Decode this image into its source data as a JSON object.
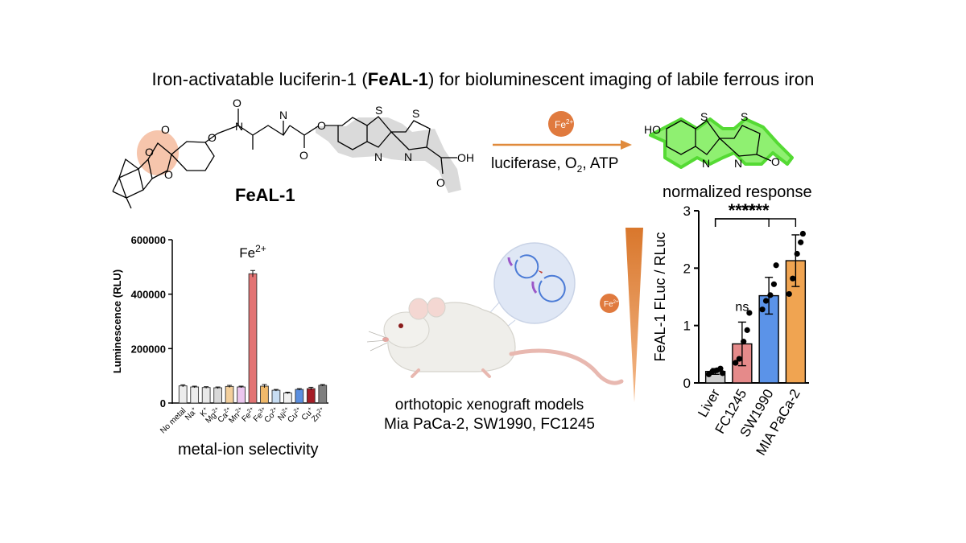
{
  "title": {
    "prefix": "Iron-activatable luciferin-1 (",
    "bold": "FeAL-1",
    "suffix": ") for bioluminescent imaging of labile ferrous iron"
  },
  "scheme": {
    "compound_label": "FeAL-1",
    "reagent": "Fe",
    "reagent_charge": "2+",
    "conditions_prefix": "luciferase, O",
    "conditions_sub": "2",
    "conditions_suffix": ", ATP",
    "atoms": {
      "O": "O",
      "N": "N",
      "S": "S",
      "HO": "HO",
      "OH": "OH"
    }
  },
  "panels": {
    "response_label": "normalized response",
    "selectivity_label": "metal-ion selectivity",
    "models_line1": "orthotopic xenograft models",
    "models_line2": "Mia PaCa-2, SW1990, FC1245",
    "gradient_badge": "Fe",
    "gradient_badge_charge": "2+"
  },
  "chart_data": [
    {
      "type": "bar",
      "title": "",
      "xlabel": "metal-ion selectivity",
      "ylabel": "Luminescence (RLU)",
      "ylim": [
        0,
        600000
      ],
      "yticks": [
        "0",
        "200000",
        "400000",
        "600000"
      ],
      "ytick_values": [
        0,
        200000,
        400000,
        600000
      ],
      "categories": [
        "No metal",
        "Na+",
        "K+",
        "Mg2+",
        "Ca2+",
        "Mn2+",
        "Fe2+",
        "Fe3+",
        "Co2+",
        "Ni2+",
        "Cu2+",
        "Cu+",
        "Zn2+"
      ],
      "category_labels": [
        {
          "base": "No metal",
          "sup": ""
        },
        {
          "base": "Na",
          "sup": "+"
        },
        {
          "base": "K",
          "sup": "+"
        },
        {
          "base": "Mg",
          "sup": "2+"
        },
        {
          "base": "Ca",
          "sup": "2+"
        },
        {
          "base": "Mn",
          "sup": "2+"
        },
        {
          "base": "Fe",
          "sup": "2+"
        },
        {
          "base": "Fe",
          "sup": "3+"
        },
        {
          "base": "Co",
          "sup": "2+"
        },
        {
          "base": "Ni",
          "sup": "2+"
        },
        {
          "base": "Cu",
          "sup": "2+"
        },
        {
          "base": "Cu",
          "sup": "+"
        },
        {
          "base": "Zn",
          "sup": "2+"
        }
      ],
      "values": [
        63000,
        59000,
        57000,
        56000,
        61000,
        59000,
        475000,
        62000,
        47000,
        37000,
        50000,
        53000,
        65000
      ],
      "errors": [
        4000,
        3000,
        3000,
        3000,
        4000,
        3000,
        12000,
        6000,
        3000,
        3000,
        3000,
        5000,
        3000
      ],
      "colors": [
        "#ececec",
        "#ececec",
        "#e8e8e8",
        "#d9d9d9",
        "#f3cf9c",
        "#ebc6ee",
        "#e27373",
        "#f0b96a",
        "#c7ddf3",
        "#f1f1f1",
        "#5b8fe0",
        "#a51d26",
        "#7f7f7f"
      ],
      "annotation": {
        "category": "Fe2+",
        "base": "Fe",
        "sup": "2+"
      }
    },
    {
      "type": "bar",
      "title": "",
      "xlabel": "",
      "ylabel": "FeAL-1 FLuc / RLuc",
      "ylim": [
        0,
        3
      ],
      "yticks": [
        "0",
        "1",
        "2",
        "3"
      ],
      "ytick_values": [
        0,
        1,
        2,
        3
      ],
      "categories": [
        "Liver",
        "FC1245",
        "SW1990",
        "MIA PaCa-2"
      ],
      "values": [
        0.2,
        0.68,
        1.52,
        2.13
      ],
      "errors": [
        0.05,
        0.38,
        0.32,
        0.45
      ],
      "colors": [
        "#cfcfcf",
        "#e58a8a",
        "#5b93e8",
        "#f0a451"
      ],
      "points": [
        [
          0.15,
          0.2,
          0.22,
          0.25,
          0.17
        ],
        [
          0.35,
          0.42,
          0.72,
          0.92,
          1.22
        ],
        [
          1.28,
          1.43,
          1.53,
          1.72,
          2.05
        ],
        [
          1.55,
          1.82,
          2.25,
          2.45,
          2.6
        ]
      ],
      "significance": [
        {
          "label": "ns",
          "category": "FC1245"
        },
        {
          "label": "****",
          "from": "Liver",
          "to": "SW1990"
        },
        {
          "label": "****",
          "from": "Liver",
          "to": "MIA PaCa-2"
        }
      ]
    }
  ]
}
